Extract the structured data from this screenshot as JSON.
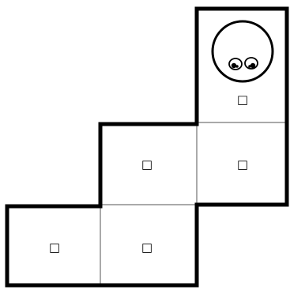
{
  "puzzle": {
    "cells": [
      {
        "id": "r1c3",
        "row": 1,
        "col": 3,
        "marker": "□",
        "has_character": true
      },
      {
        "id": "r2c2",
        "row": 2,
        "col": 2,
        "marker": "□",
        "has_character": false
      },
      {
        "id": "r2c3",
        "row": 2,
        "col": 3,
        "marker": "□",
        "has_character": false
      },
      {
        "id": "r3c1",
        "row": 3,
        "col": 1,
        "marker": "□",
        "has_character": false
      },
      {
        "id": "r3c2",
        "row": 3,
        "col": 2,
        "marker": "□",
        "has_character": false
      }
    ],
    "character": {
      "icon": "face-with-eyes-icon",
      "cell": "r1c3"
    },
    "colors": {
      "background": "#ffffff",
      "wall": "#000000",
      "grid_line": "#555555",
      "marker": "#000000"
    }
  }
}
